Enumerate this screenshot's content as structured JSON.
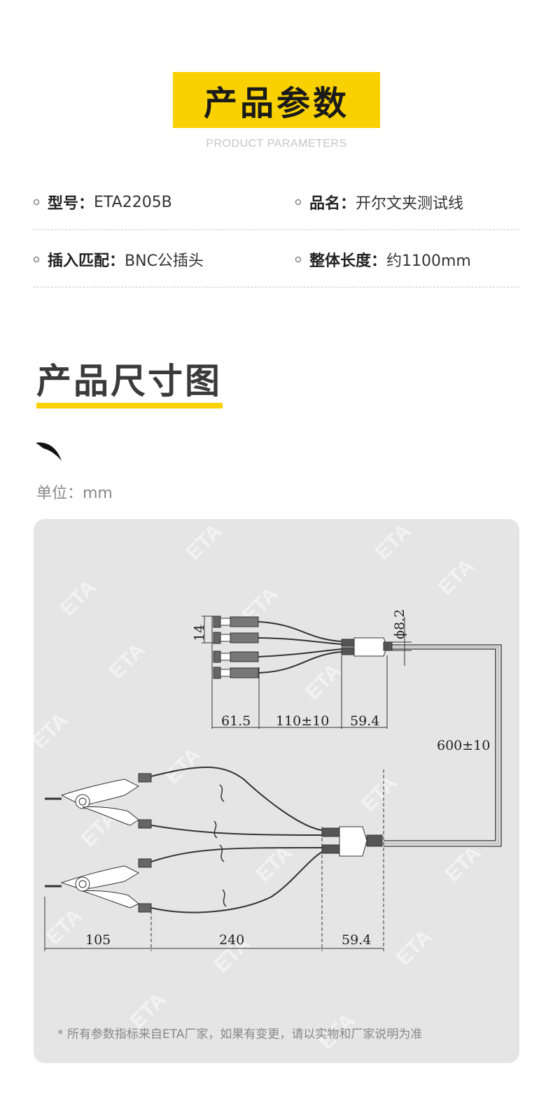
{
  "header": {
    "title": "产品参数",
    "subtitle": "PRODUCT PARAMETERS"
  },
  "params": [
    {
      "label": "型号：",
      "value": "ETA2205B"
    },
    {
      "label": "品名：",
      "value": "开尔文夹测试线"
    },
    {
      "label": "插入匹配：",
      "value": "BNC公插头"
    },
    {
      "label": "整体长度：",
      "value": "约1100mm"
    }
  ],
  "size_section": {
    "title": "产品尺寸图",
    "unit": "单位：mm"
  },
  "diagram": {
    "dimensions": {
      "top_height": "14",
      "diameter": "ϕ8.2",
      "top_left": "61.5",
      "top_mid": "110±10",
      "top_right": "59.4",
      "cable": "600±10",
      "bottom_left": "105",
      "bottom_mid": "240",
      "bottom_right": "59.4"
    },
    "watermark": "ETA"
  },
  "note": "* 所有参数指标来自ETA厂家，如果有变更，请以实物和厂家说明为准",
  "colors": {
    "accent": "#f9d100",
    "panel": "#e5e5e5"
  }
}
